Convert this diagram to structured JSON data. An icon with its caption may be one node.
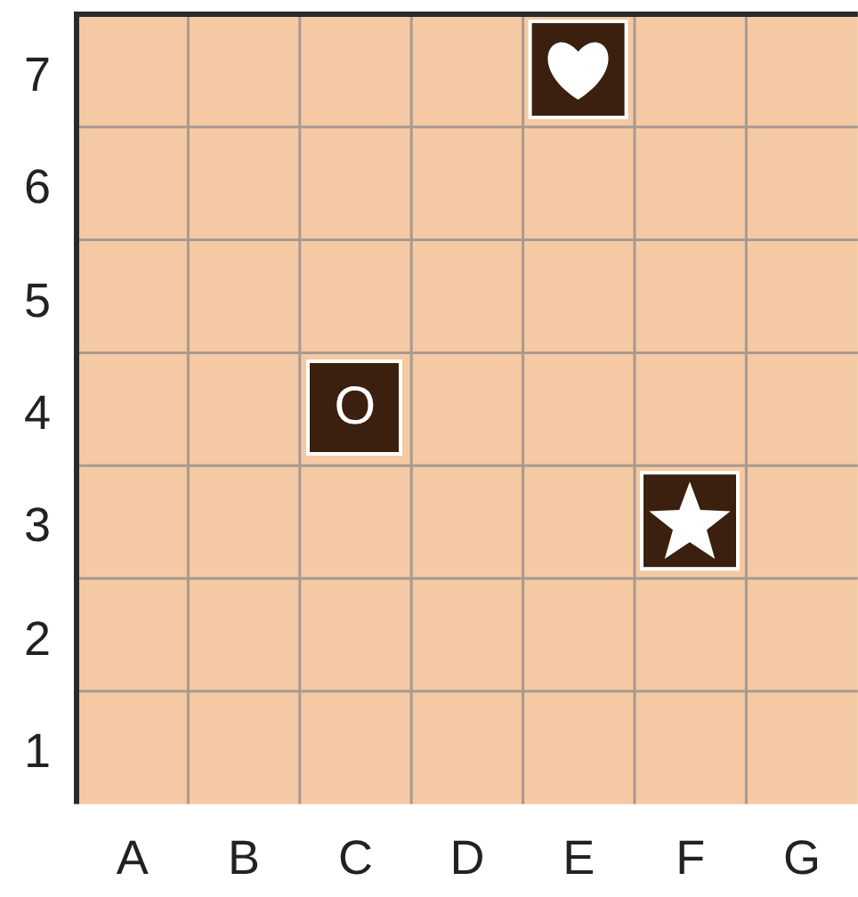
{
  "diagram": {
    "nodes": [
      {
        "text": [
          "O"
        ]
      }
    ],
    "labels": [
      "7",
      "6",
      "5",
      "4",
      "3",
      "2",
      "1",
      "A",
      "B",
      "C",
      "D",
      "E",
      "F",
      "G"
    ]
  }
}
